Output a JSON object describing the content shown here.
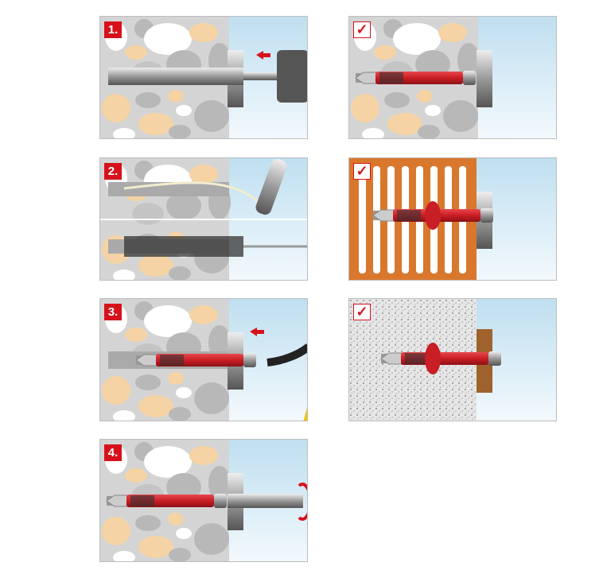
{
  "steps": [
    {
      "label": "1.",
      "action": "drill"
    },
    {
      "label": "2.",
      "action": "clean"
    },
    {
      "label": "3.",
      "action": "insert"
    },
    {
      "label": "4.",
      "action": "screw"
    }
  ],
  "results": [
    {
      "mark": "✓",
      "material": "concrete"
    },
    {
      "mark": "✓",
      "material": "perforated-brick"
    },
    {
      "mark": "✓",
      "material": "aerated-concrete"
    }
  ],
  "colors": {
    "accent": "#d7111b",
    "anchor": "#c81e24",
    "brick": "#d9782d",
    "sky": "#cfe6f4",
    "wall": "#d4d4d4"
  }
}
